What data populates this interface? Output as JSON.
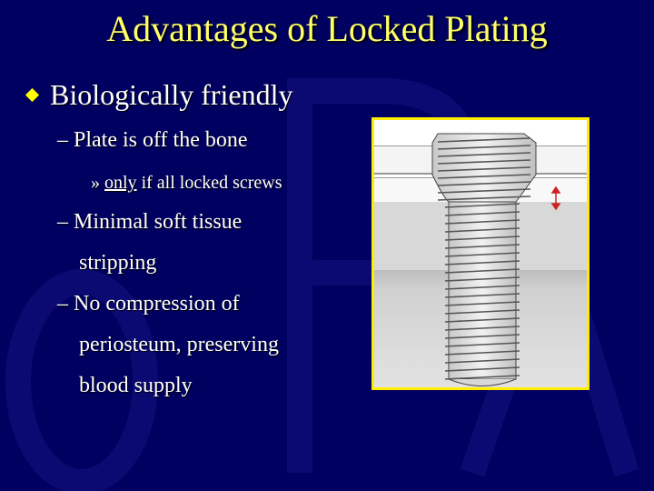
{
  "slide": {
    "title": "Advantages of Locked Plating",
    "bullet": "Biologically friendly",
    "sub1": "– Plate is off the bone",
    "subsub_prefix": "» ",
    "subsub_underlined": "only",
    "subsub_rest": " if all locked screws",
    "sub2_line1": "– Minimal soft tissue",
    "sub2_line2": "stripping",
    "sub3_line1": "– No compression of",
    "sub3_line2": "periosteum, preserving",
    "sub3_line3": "blood supply"
  },
  "colors": {
    "background": "#000060",
    "title": "#ffff66",
    "text": "#ffffff",
    "bullet": "#ffff00",
    "figure_border": "#ffee00",
    "arrow": "#cc2222"
  },
  "icons": {
    "bullet": "diamond-bullet-icon",
    "figure": "locking-screw-diagram"
  }
}
